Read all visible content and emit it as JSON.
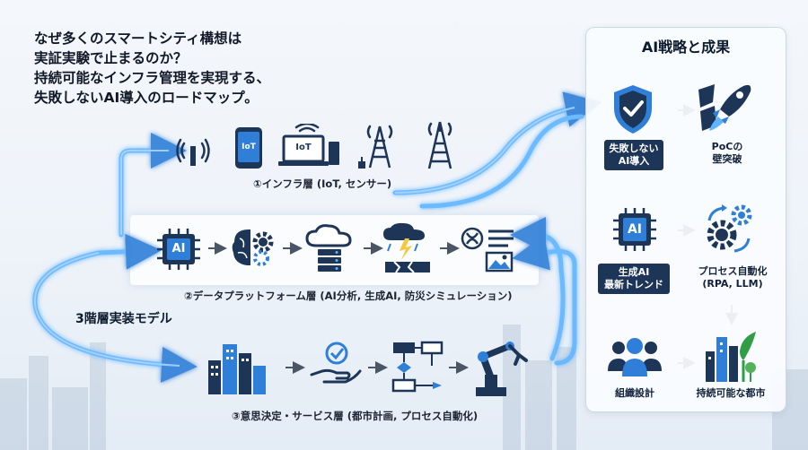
{
  "title_lines": [
    "なぜ多くのスマートシティ構想は",
    "実証実験で止まるのか？",
    "持続可能なインフラ管理を実現する、",
    "失敗しないAI導入のロードマップ。"
  ],
  "layers": {
    "layer1_caption": "①インフラ層 (IoT, センサー)",
    "layer2_caption": "②データプラットフォーム層 (AI分析, 生成AI, 防災シミュレーション)",
    "layer3_caption": "③意思決定・サービス層 (都市計画, プロセス自動化)",
    "model_label": "3階層実装モデル"
  },
  "icons_text": {
    "iot": "IoT",
    "ai": "AI"
  },
  "panel": {
    "title": "AI戦略と成果",
    "item1_badge": [
      "失敗しない",
      "AI導入"
    ],
    "item1_result": [
      "PoCの",
      "壁突破"
    ],
    "item2_badge": [
      "生成AI",
      "最新トレンド"
    ],
    "item2_result": [
      "プロセス自動化",
      "(RPA, LLM)"
    ],
    "item3_label": "組織設計",
    "item3_result": "持続可能な都市"
  },
  "colors": {
    "navy": "#1d3557",
    "blue": "#2f7fd8",
    "glow": "#5fb4ff"
  }
}
